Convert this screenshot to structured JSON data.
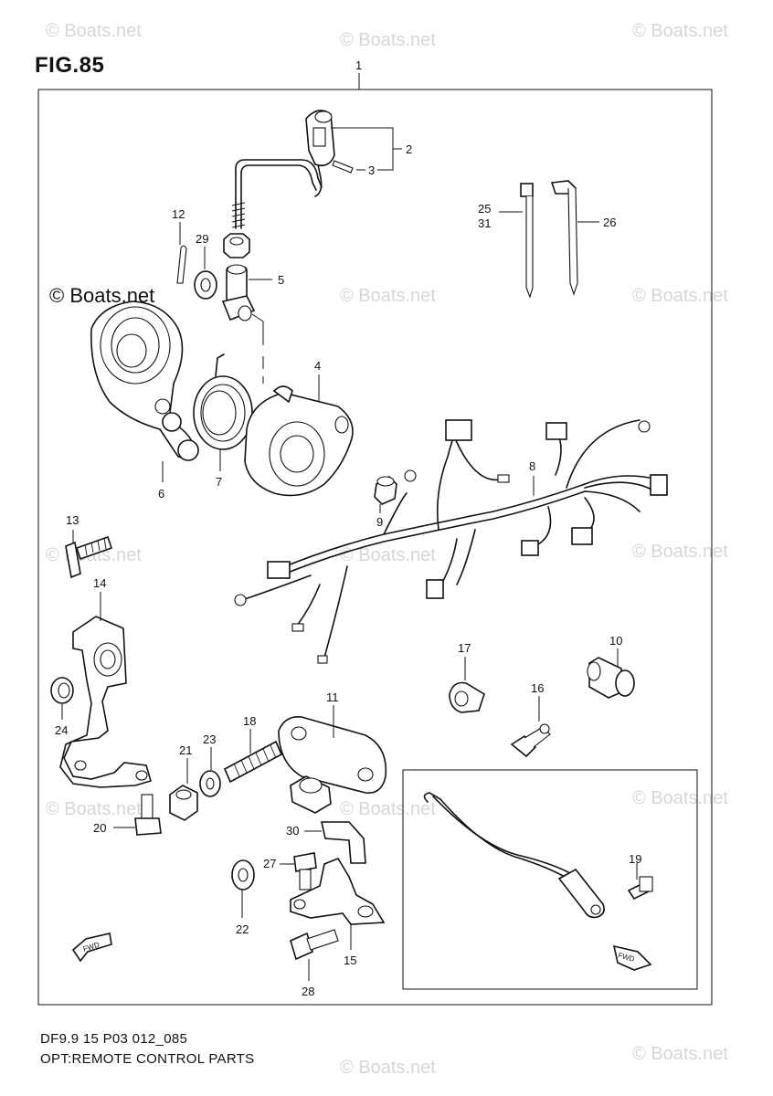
{
  "figure": {
    "title": "FIG.85",
    "caption_model": "DF9.9 15 P03 012_085",
    "caption_name": "OPT:REMOTE CONTROL PARTS"
  },
  "watermark": {
    "text": "© Boats.net"
  },
  "callouts": {
    "c1": "1",
    "c2": "2",
    "c3": "3",
    "c4": "4",
    "c5": "5",
    "c6": "6",
    "c7": "7",
    "c8": "8",
    "c9": "9",
    "c10": "10",
    "c11": "11",
    "c12": "12",
    "c13": "13",
    "c14": "14",
    "c15": "15",
    "c16": "16",
    "c17": "17",
    "c18": "18",
    "c19": "19",
    "c20": "20",
    "c21": "21",
    "c22": "22",
    "c23": "23",
    "c24": "24",
    "c25": "25",
    "c26": "26",
    "c27": "27",
    "c28": "28",
    "c29": "29",
    "c30": "30",
    "c31": "31"
  },
  "direction_label": "FWD",
  "colors": {
    "line": "#111111",
    "watermark": "#d6d6d6"
  }
}
